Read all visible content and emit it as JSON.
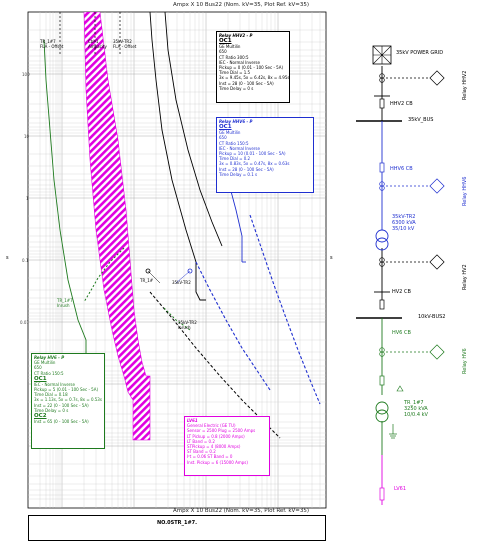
{
  "plot": {
    "title_top": "Ampx X 10   Bus22 (Nom. kV=35, Plot Ref. kV=35)",
    "title_bottom": "Ampx X 10   Bus22 (Nom. kV=35, Plot Ref. kV=35)",
    "y_axis_label_left": "s",
    "y_axis_label_right": "s",
    "sheet_name": "NO.0STR_1#7."
  },
  "curve_labels": {
    "tr1_top": "TR_1#7",
    "fla_offset": "FLA - Offset",
    "cbl_ampacity": "Cbl-1",
    "cbl_ampacity2": "Ampacity",
    "tr2_top": "35kV-TR2",
    "tr2_fla": "FLA - Offset",
    "tr1_mid": "TR_1#",
    "tr2_mid": "35kV-TR2",
    "tr1_inrush": "TR_1#7",
    "inrush": "Inrush",
    "tr2_inrush": "35kV-TR2",
    "inrush2": "Inrush"
  },
  "relay_hhv2": {
    "header": "Relay HHV2 - P",
    "oc": "OC1",
    "lines": [
      "GE Multilin",
      "650",
      "CT Ratio 300:5",
      "IEC - Normal Inverse",
      "Pickup = 0 (0.01 - 100 Sec - 5A)",
      "Time Dial = 1.5",
      "3x = 9.45s, 5x = 6.42s, 8x = 4.95s",
      "Inst = 28 (0 - 100 Sec - 5A)",
      "Time Delay = 0 s"
    ]
  },
  "relay_hhv6": {
    "header": "Relay HHV6 - P",
    "oc": "OC1",
    "lines": [
      "GE Multilin",
      "650",
      "CT Ratio 150:5",
      "IEC - Normal Inverse",
      "Pickup = 10 (0.01 - 100 Sec - 5A)",
      "Time Dial = 0.2",
      "3x = 0.83s, 5x = 0.47s, 8x = 0.63s",
      "Inst = 28 (0 - 100 Sec - 5A)",
      "Time Delay = 0.1 s"
    ]
  },
  "relay_hv6": {
    "header": "Relay HV6 - P",
    "lines_top": [
      "GE Multilin",
      "650",
      "CT Ratio 150:5"
    ],
    "oc1": "OC1",
    "lines_mid": [
      "IEC - Normal Inverse",
      "Pickup = 5 (0.01 - 100 Sec - 5A)",
      "Time Dial = 0.18",
      "3x = 1.13s, 5x = 0.7s, 8x = 0.53s",
      "Inst = 22 (0 - 100 Sec - 5A)",
      "Time Delay = 0 s"
    ],
    "oc2": "OC2",
    "lines_bot": [
      "Inst = 65 (0 - 100 Sec - 5A)"
    ]
  },
  "lv61": {
    "header": "LV61",
    "lines": [
      "General Electric (GE TU)",
      "Sensor = 2500 Plug = 2500 Amps",
      "LT Pickup = 0.8 (2000 Amps)",
      "LT Band = 0.2",
      "STPickup = 4 (8000 Amps)",
      "ST Band = 0.2",
      "I²t = 0.06 ST Band = 0",
      "Inst. Pickup = 6 (15000 Amps)"
    ]
  },
  "one_line": {
    "grid": "35kV POWER GRID",
    "hhv2_cb": "HHV2 CB",
    "relay_hhv2": "Relay HHV2",
    "bus": "35kV_BUS",
    "hhv6_cb": "HHV6 CB",
    "relay_hhv6": "Relay HHV6",
    "tr2_name": "35kV-TR2",
    "tr2_kva": "6300 kVA",
    "tr2_kv": "35/10 kV",
    "relay_hv2": "Relay HV2",
    "hv2_cb": "HV2 CB",
    "bus2": "10kV-BUS2",
    "hv6_cb": "HV6 CB",
    "relay_hv6": "Relay HV6",
    "tr1_name": "TR_1#7",
    "tr1_kva": "3250 kVA",
    "tr1_kv": "10/0.4 kV",
    "lv61": "LV61"
  },
  "colors": {
    "black": "#000000",
    "blue": "#1f2fd0",
    "green": "#1e7a1e",
    "magenta": "#e000e0",
    "grid": "#c8c8c8"
  }
}
